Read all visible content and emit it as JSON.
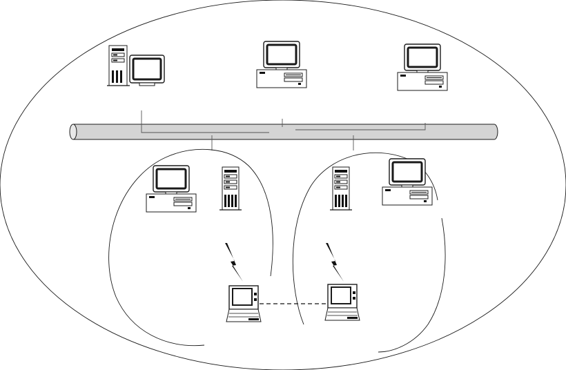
{
  "diagram": {
    "colors": {
      "line": "#1a1a1a",
      "backbone_fill": "#d4d4d4",
      "background": "#ffffff"
    },
    "nodes": [
      {
        "id": "workstation-tower-top-left",
        "icon": "tower-with-monitor-icon"
      },
      {
        "id": "desktop-top-center",
        "icon": "desktop-computer-icon"
      },
      {
        "id": "desktop-top-right",
        "icon": "desktop-computer-icon"
      },
      {
        "id": "desktop-left-cell",
        "icon": "desktop-computer-icon"
      },
      {
        "id": "server-left-cell",
        "icon": "server-tower-icon"
      },
      {
        "id": "server-right-cell",
        "icon": "server-tower-icon"
      },
      {
        "id": "desktop-right-cell",
        "icon": "desktop-computer-icon"
      },
      {
        "id": "laptop-left",
        "icon": "laptop-icon"
      },
      {
        "id": "laptop-right",
        "icon": "laptop-icon"
      }
    ],
    "links": [
      {
        "type": "wired",
        "from": "workstation-tower-top-left",
        "to": "backbone"
      },
      {
        "type": "wired",
        "from": "desktop-top-center",
        "to": "backbone"
      },
      {
        "type": "wired",
        "from": "desktop-top-right",
        "to": "backbone"
      },
      {
        "type": "wired",
        "from": "left-cell",
        "to": "backbone"
      },
      {
        "type": "wired",
        "from": "right-cell",
        "to": "backbone"
      },
      {
        "type": "wireless",
        "from": "server-left-cell",
        "to": "laptop-left",
        "icon": "lightning-bolt-icon"
      },
      {
        "type": "wireless",
        "from": "server-right-cell",
        "to": "laptop-right",
        "icon": "lightning-bolt-icon"
      },
      {
        "type": "ad-hoc",
        "from": "laptop-left",
        "to": "laptop-right",
        "style": "dashed"
      }
    ]
  }
}
